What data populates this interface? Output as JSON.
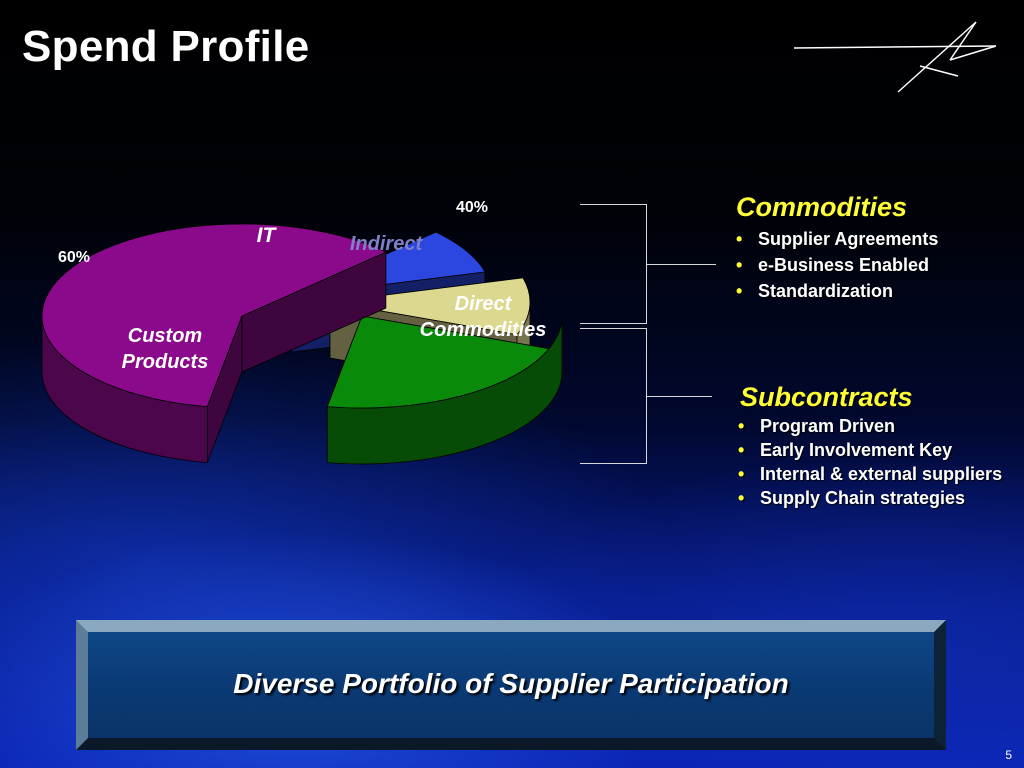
{
  "slide": {
    "title": "Spend Profile",
    "page_number": "5",
    "banner": "Diverse Portfolio of Supplier Participation"
  },
  "chart_data": {
    "type": "pie",
    "style": "3d-exploded",
    "group_labels": [
      "60%",
      "40%"
    ],
    "slices": [
      {
        "label": "Custom Products",
        "value": 60,
        "color": "#8b0a8b",
        "label_color": "#ffffff"
      },
      {
        "label": "IT",
        "value": 8,
        "color": "#2b47e0",
        "label_color": "#ffffff"
      },
      {
        "label": "Indirect",
        "value": 10,
        "color": "#dcd890",
        "label_color": "#8080c8"
      },
      {
        "label": "Direct Commodities",
        "value": 22,
        "color": "#0a8a0a",
        "label_color": "#ffffff"
      }
    ]
  },
  "commodities": {
    "title": "Commodities",
    "items": [
      "Supplier Agreements",
      "e-Business Enabled",
      "Standardization"
    ]
  },
  "subcontracts": {
    "title": "Subcontracts",
    "items": [
      "Program Driven",
      "Early Involvement Key",
      "Internal & external suppliers",
      "Supply Chain strategies"
    ]
  },
  "colors": {
    "accent_yellow": "#ffff33",
    "custom_products": "#8b0a8b",
    "it": "#2b47e0",
    "indirect": "#dcd890",
    "direct_commodities": "#0a8a0a"
  },
  "icons": {
    "bullet": "•",
    "logo": "star-logo-icon"
  }
}
